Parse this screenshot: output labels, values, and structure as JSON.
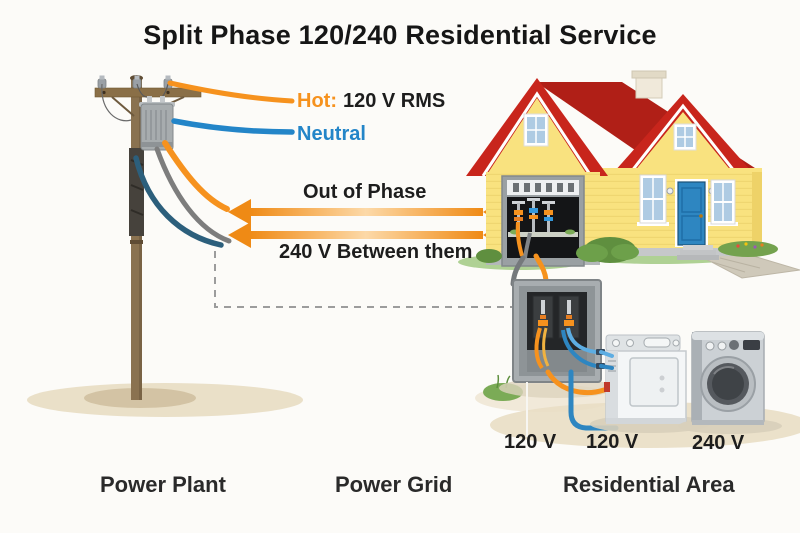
{
  "title": "Split Phase 120/240 Residential Service",
  "legend": {
    "hot_label": "Hot:",
    "hot_value": "120 V RMS",
    "neutral_label": "Neutral"
  },
  "annotations": {
    "out_of_phase": "Out of Phase",
    "between_them": "240 V Between them"
  },
  "voltage_labels": {
    "left": "120 V",
    "middle": "120 V",
    "right": "240 V"
  },
  "section_labels": {
    "left": "Power Plant",
    "middle": "Power Grid",
    "right": "Residential Area"
  },
  "colors": {
    "hot_orange": "#F6921E",
    "neutral_blue": "#2385C8",
    "drop_gray": "#7D7D7D",
    "drop_dark_blue": "#2C5F7C",
    "roof_red": "#C8251C",
    "wall_yellow": "#F9E27F",
    "door_blue": "#2E86C1",
    "text_dark": "#1D1D1D",
    "ground_sand": "#E6DABF",
    "grass_green": "#7BAB56"
  }
}
